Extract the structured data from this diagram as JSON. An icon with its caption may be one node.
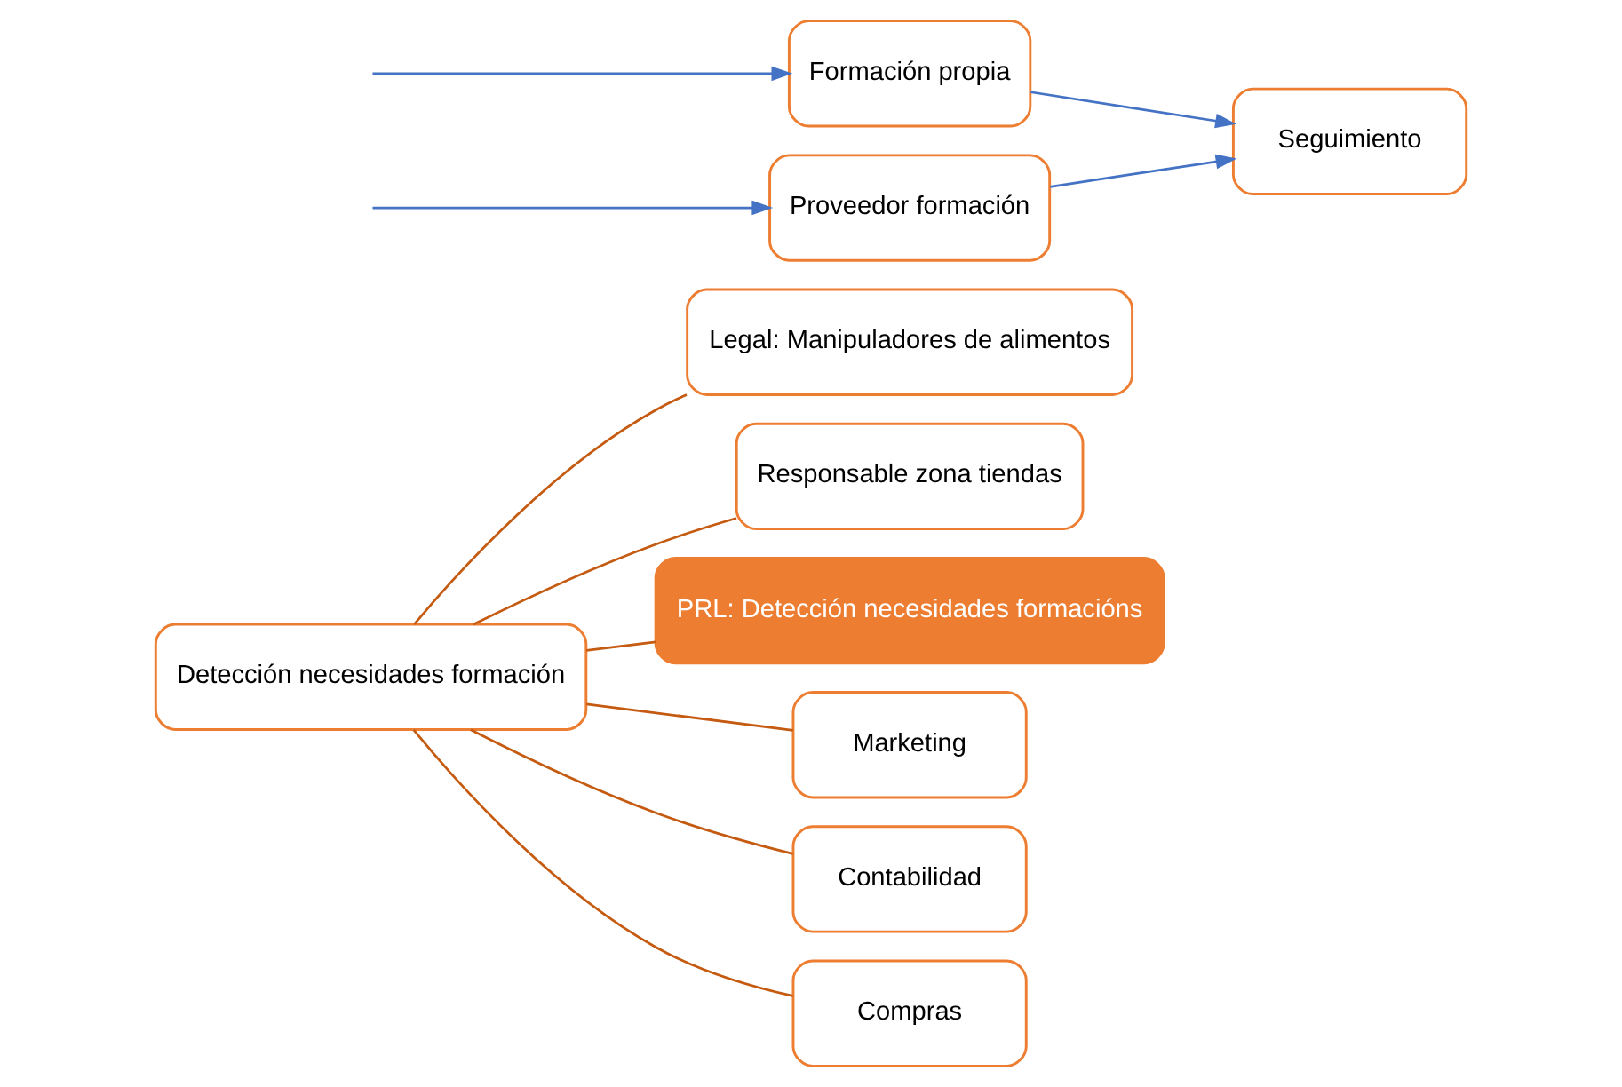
{
  "diagram": {
    "nodes": [
      {
        "text": [
          "Detección necesidades formación"
        ]
      },
      {
        "text": [
          "Legal: Manipuladores de alimentos"
        ]
      },
      {
        "text": [
          "Responsable zona tiendas"
        ]
      },
      {
        "text": [
          "PRL: Detección necesidades formacións"
        ]
      },
      {
        "text": [
          "Marketing"
        ]
      },
      {
        "text": [
          "Contabilidad"
        ]
      },
      {
        "text": [
          "Compras"
        ]
      },
      {
        "text": [
          "Proveedor formación"
        ]
      },
      {
        "text": [
          "Formación propia"
        ]
      },
      {
        "text": [
          "Seguimiento"
        ]
      }
    ],
    "edges": [
      {
        "from": 0,
        "to": 1,
        "arrow": "none"
      },
      {
        "from": 0,
        "to": 2,
        "arrow": "none"
      },
      {
        "from": 0,
        "to": 3,
        "arrow": "none"
      },
      {
        "from": 0,
        "to": 4,
        "arrow": "none"
      },
      {
        "from": 0,
        "to": 5,
        "arrow": "none"
      },
      {
        "from": 0,
        "to": 6,
        "arrow": "none"
      },
      {
        "from": null,
        "to": 7,
        "arrow": "to",
        "color": "#4472c4"
      },
      {
        "from": null,
        "to": 8,
        "arrow": "to",
        "color": "#4472c4"
      },
      {
        "from": 7,
        "to": 9,
        "arrow": "to",
        "color": "#4472c4"
      },
      {
        "from": 8,
        "to": 9,
        "arrow": "to",
        "color": "#4472c4"
      }
    ]
  }
}
